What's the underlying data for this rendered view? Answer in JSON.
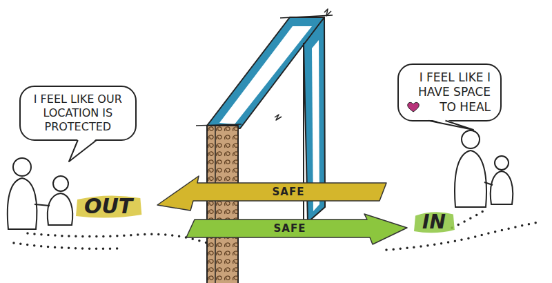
{
  "diagram": {
    "nodes": [
      {
        "text": [
          "I FEEL LIKE OUR LOCATION IS PROTECTED"
        ]
      },
      {
        "text": [
          "OUT"
        ]
      },
      {
        "text": [
          "SAFE"
        ]
      },
      {
        "text": [
          "SAFE"
        ]
      },
      {
        "text": [
          "IN"
        ]
      },
      {
        "text": [
          "I FEEL LIKE I HAVE SPACE TO HEAL"
        ]
      }
    ]
  }
}
